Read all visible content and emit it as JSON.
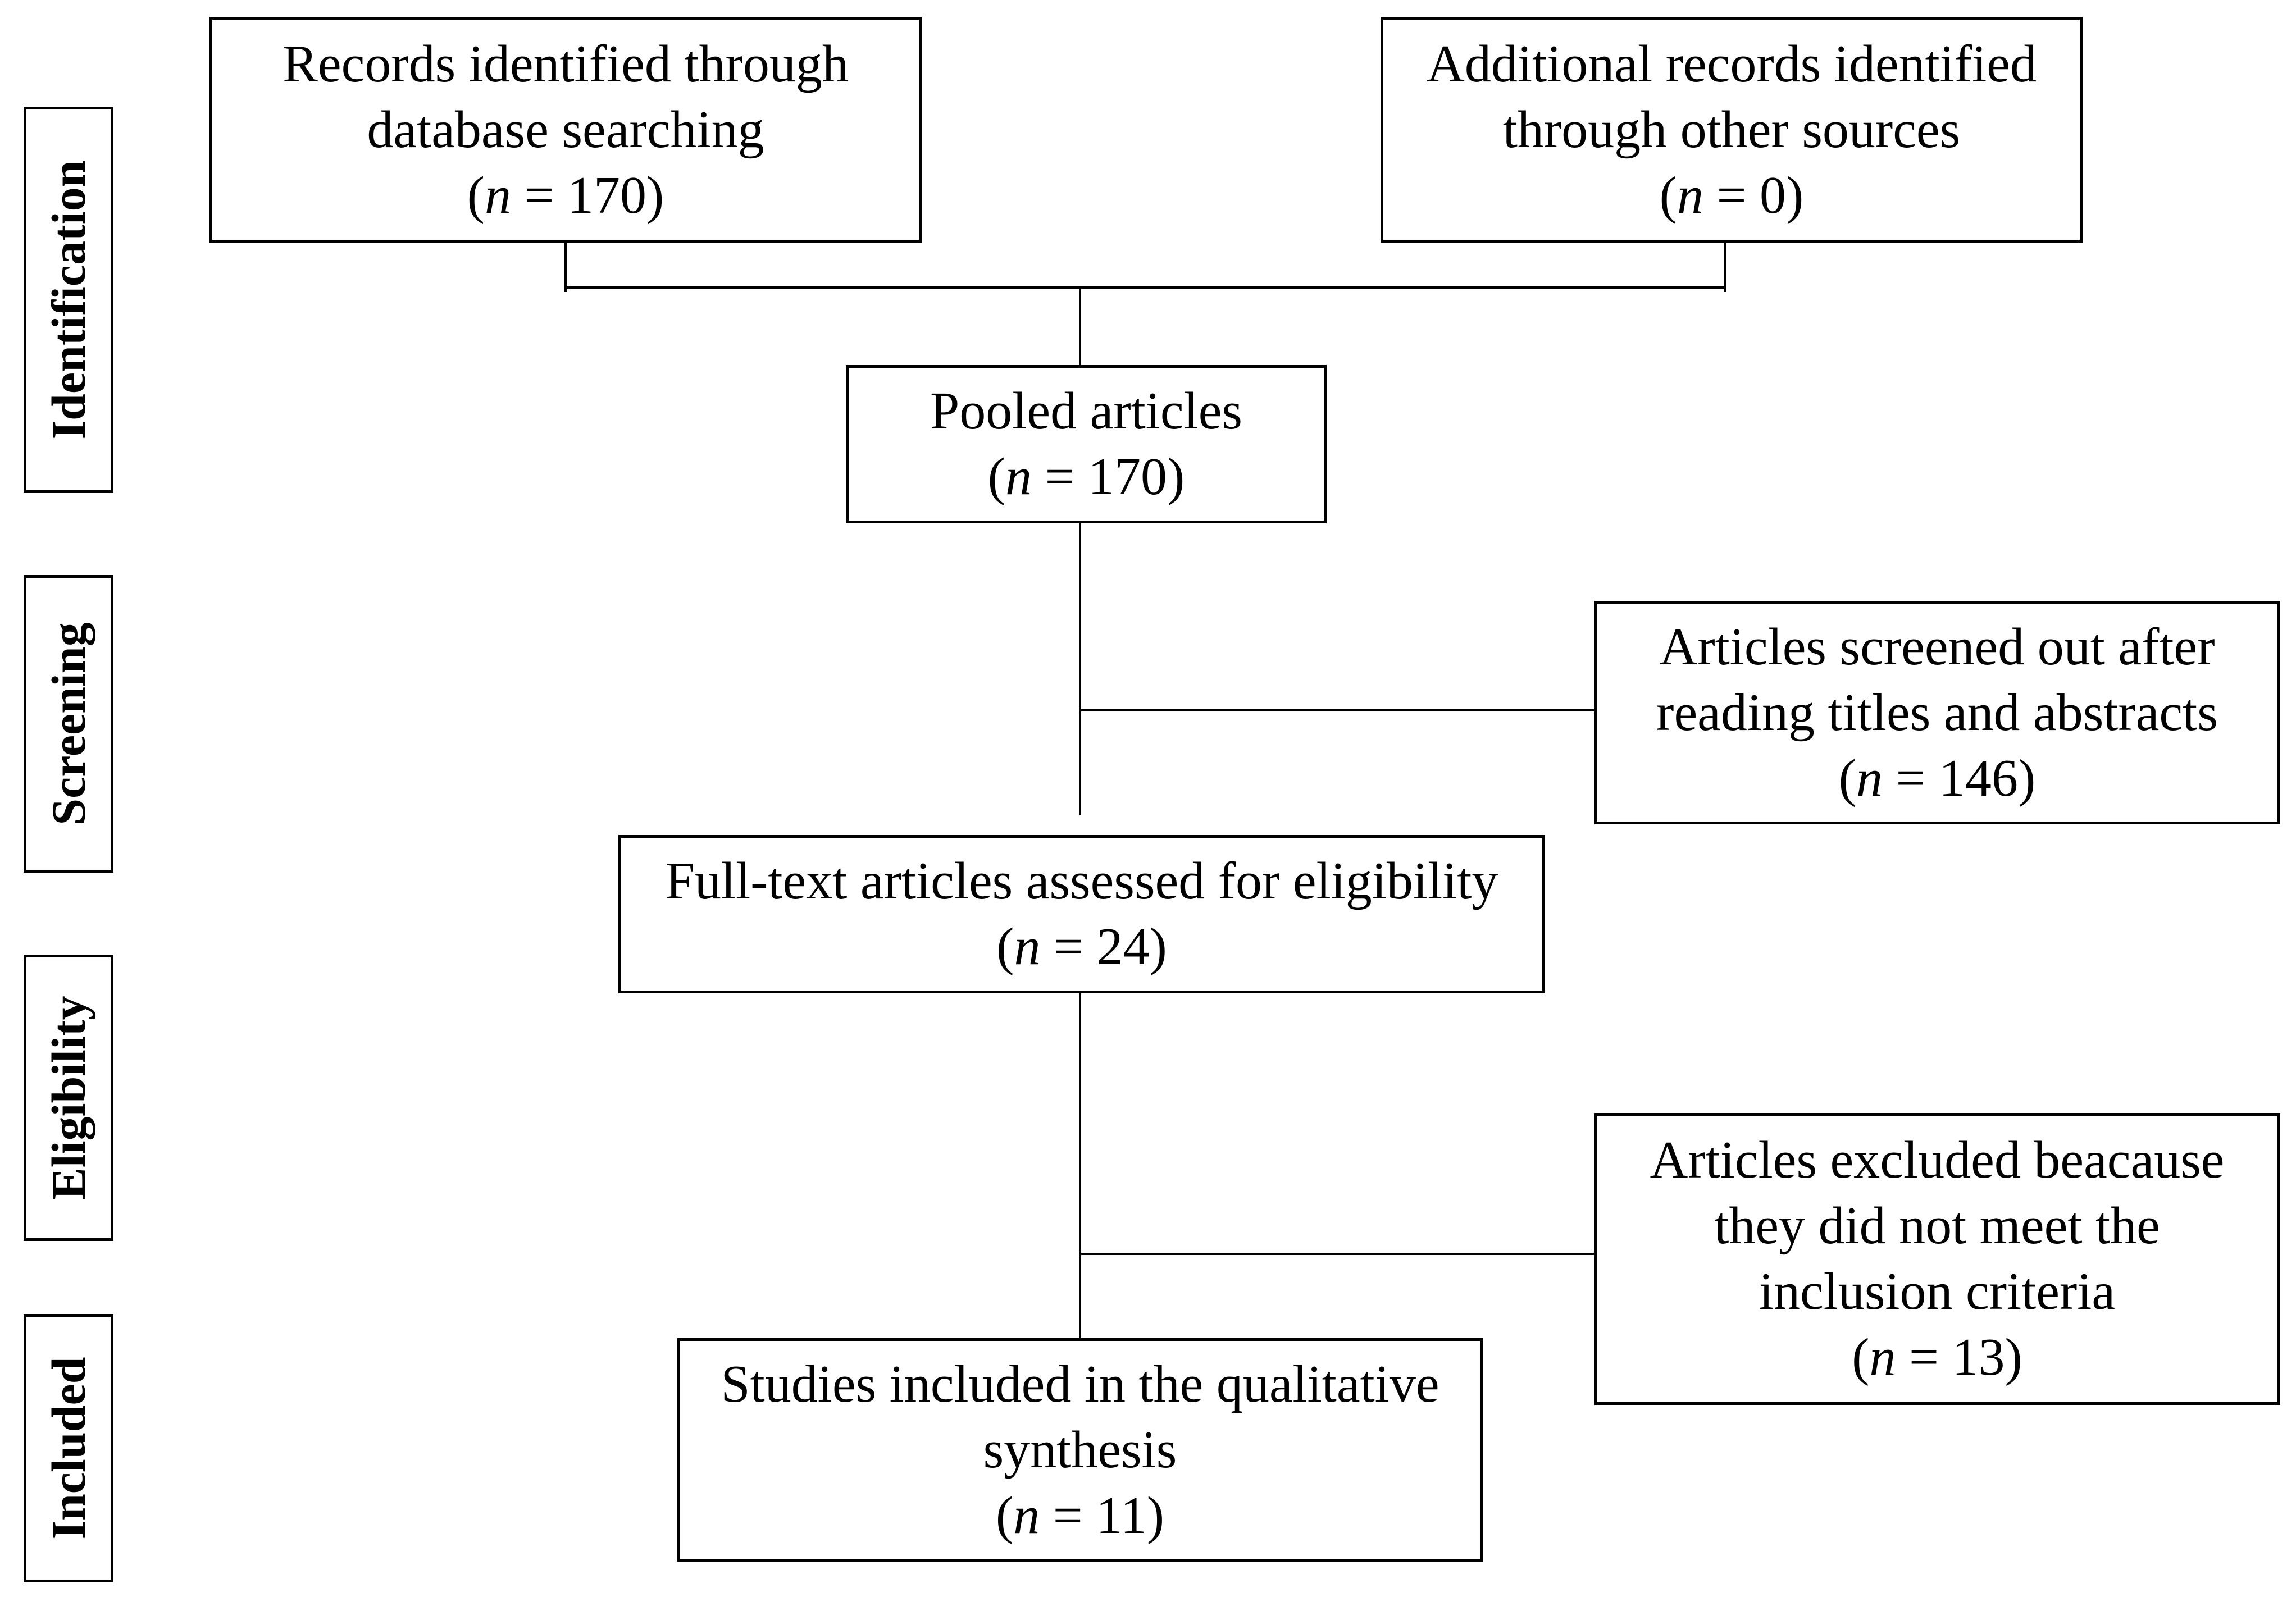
{
  "stages": {
    "identification": "Identification",
    "screening": "Screening",
    "eligibility": "Eligibility",
    "included": "Included"
  },
  "boxes": {
    "database_records": {
      "lines": [
        "Records identified through",
        "database searching"
      ],
      "n_label": "n",
      "n_value": "= 170"
    },
    "other_records": {
      "lines": [
        "Additional records identified",
        "through other sources"
      ],
      "n_label": "n",
      "n_value": "= 0"
    },
    "pooled": {
      "lines": [
        "Pooled articles"
      ],
      "n_label": "n",
      "n_value": "= 170"
    },
    "screened_out": {
      "lines": [
        "Articles screened out after",
        "reading titles and abstracts"
      ],
      "n_label": "n",
      "n_value": "= 146"
    },
    "full_text": {
      "lines": [
        "Full-text articles assessed for eligibility"
      ],
      "n_label": "n",
      "n_value": "= 24"
    },
    "excluded": {
      "lines": [
        "Articles excluded beacause",
        "they did not meet the",
        "inclusion criteria"
      ],
      "n_label": "n",
      "n_value": "= 13"
    },
    "included": {
      "lines": [
        "Studies included in the qualitative",
        "synthesis"
      ],
      "n_label": "n",
      "n_value": "= 11"
    }
  }
}
